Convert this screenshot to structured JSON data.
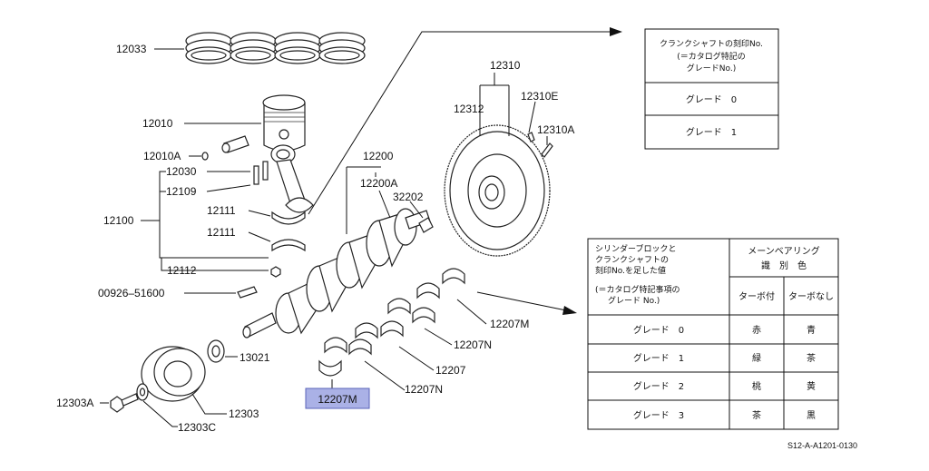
{
  "labels": {
    "rings": "12033",
    "piston": "12010",
    "pin_clip": "12010A",
    "bearing_cap_bolt": "12030",
    "con_rod_bolt": "12109",
    "con_rod_assy": "12100",
    "con_rod_bearing_1": "12111",
    "con_rod_bearing_2": "12111",
    "nut": "12112",
    "key": "00926–51600",
    "crankshaft": "12200",
    "crankshaft_a": "12200A",
    "pilot_bushing": "32202",
    "flywheel": "12310",
    "flywheel_e": "12310E",
    "ring_gear": "12312",
    "flywheel_a": "12310A",
    "sprocket": "13021",
    "pulley_bolt": "12303A",
    "pulley": "12303",
    "washer": "12303C",
    "main_bearing_top": "12207M",
    "main_bearing_n1": "12207N",
    "main_bearing": "12207",
    "main_bearing_n2": "12207N",
    "main_bearing_highlight": "12207M"
  },
  "table_top": {
    "header_line1": "クランクシャフトの刻印No.",
    "header_line2": "(＝カタログ特記の",
    "header_line3": "グレードNo.)",
    "row1": "グレード　0",
    "row2": "グレード　1"
  },
  "table_bottom": {
    "left_header_line1": "シリンダーブロックと",
    "left_header_line2": "クランクシャフトの",
    "left_header_line3": "刻印No.を足した値",
    "left_header_line4": "(＝カタログ特記事項の",
    "left_header_line5": "グレード No.)",
    "group_header_line1": "メーンベアリング",
    "group_header_line2": "識　別　色",
    "col_turbo": "ターボ付",
    "col_no_turbo": "ターボなし",
    "rows": [
      {
        "grade": "グレード　0",
        "turbo": "赤",
        "no_turbo": "青"
      },
      {
        "grade": "グレード　1",
        "turbo": "緑",
        "no_turbo": "茶"
      },
      {
        "grade": "グレード　2",
        "turbo": "桃",
        "no_turbo": "黄"
      },
      {
        "grade": "グレード　3",
        "turbo": "茶",
        "no_turbo": "黒"
      }
    ]
  },
  "footer_code": "S12-A-A1201-0130",
  "colors": {
    "highlight_fill": "#aab1e6",
    "highlight_stroke": "#5a63b8"
  }
}
